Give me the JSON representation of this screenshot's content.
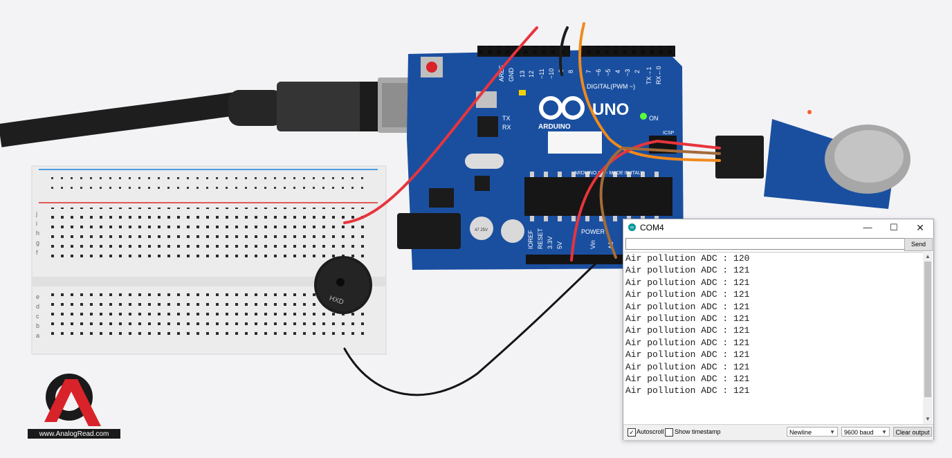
{
  "window": {
    "title": "COM4",
    "minimize_glyph": "—",
    "maximize_glyph": "☐",
    "close_glyph": "✕"
  },
  "send": {
    "input_value": "",
    "button_label": "Send"
  },
  "output_lines": [
    "Air pollution ADC : 120",
    "Air pollution ADC : 121",
    "Air pollution ADC : 121",
    "Air pollution ADC : 121",
    "Air pollution ADC : 121",
    "Air pollution ADC : 121",
    "Air pollution ADC : 121",
    "Air pollution ADC : 121",
    "Air pollution ADC : 121",
    "Air pollution ADC : 121",
    "Air pollution ADC : 121",
    "Air pollution ADC : 121"
  ],
  "status": {
    "autoscroll_label": "Autoscroll",
    "autoscroll_checked": true,
    "timestamp_label": "Show timestamp",
    "timestamp_checked": false,
    "line_ending": "Newline",
    "baud": "9600 baud",
    "clear_label": "Clear output"
  },
  "board": {
    "logo": "UNO",
    "brand": "ARDUINO",
    "on_label": "ON",
    "tx_label": "TX",
    "rx_label": "RX",
    "digital_label": "DIGITAL(PWM ~)",
    "power_label": "POWER",
    "aref": "AREF",
    "gnd": "GND",
    "pins": [
      "13",
      "12",
      "~11",
      "~10",
      "~9",
      "8",
      "7",
      "~6",
      "~5",
      "4",
      "~3",
      "2",
      "TX→1",
      "RX←0"
    ],
    "made_in": "ARDUINO.CC - MADE IN ITALY",
    "icsp": "ICSP",
    "ioref": "IOREF",
    "reset": "RESET",
    "v33": "3.3V",
    "v5": "5V",
    "vin": "Vin",
    "a0": "A0",
    "cap_label": "47 25V"
  },
  "buzzer_label": "HXD",
  "breadboard": {
    "row_letters": [
      "j",
      "i",
      "h",
      "g",
      "f",
      "e",
      "d",
      "c",
      "b",
      "a"
    ]
  },
  "watermark": {
    "logo_letter": "A",
    "url": "www.AnalogRead.com"
  },
  "colors": {
    "board_blue": "#1a4fa0",
    "wire_red": "#e8343c",
    "wire_orange": "#f08a1c",
    "brand_red": "#d8232a",
    "arduino_teal": "#00979c"
  }
}
